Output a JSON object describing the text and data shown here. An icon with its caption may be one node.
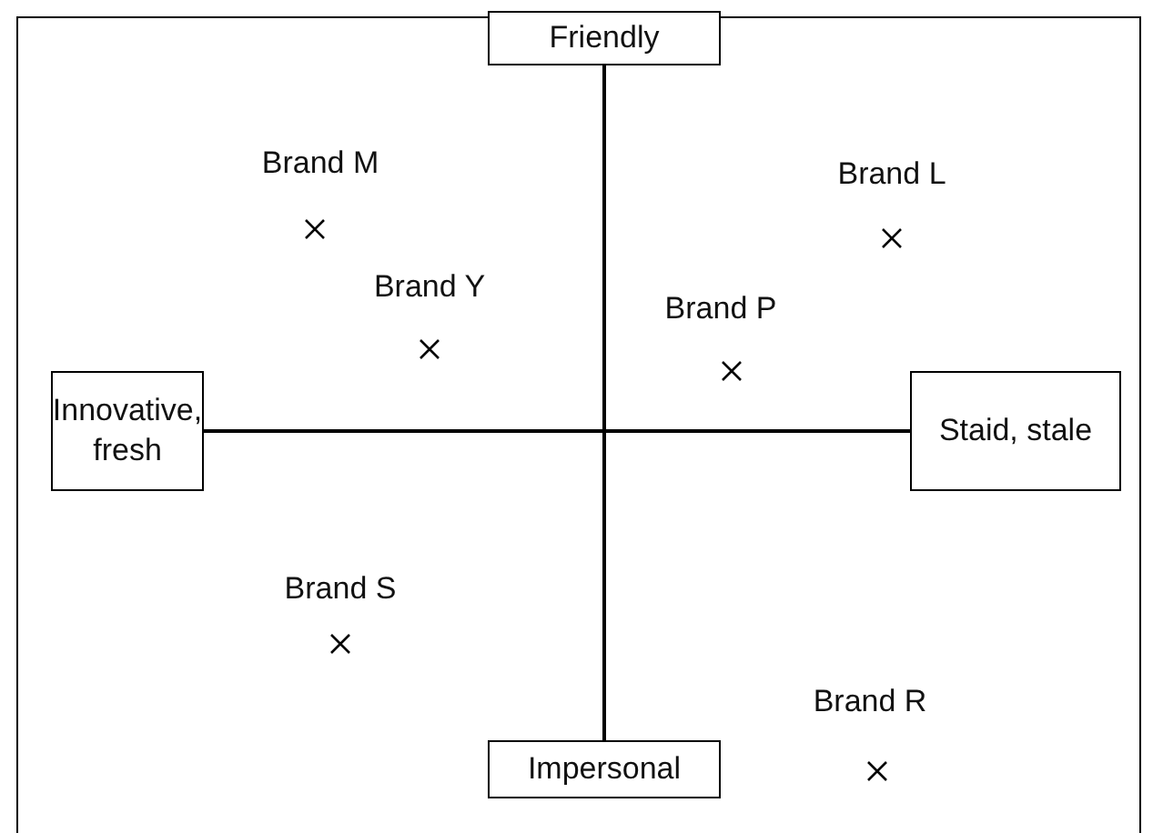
{
  "diagram": {
    "nodes": [
      {
        "text": [
          "Friendly"
        ]
      },
      {
        "text": [
          "Innovative, fresh"
        ]
      },
      {
        "text": [
          "Staid, stale"
        ]
      },
      {
        "text": [
          "Impersonal"
        ]
      }
    ],
    "edges": [
      {
        "from": 0,
        "to": 3,
        "arrow": "none"
      },
      {
        "from": 1,
        "to": 2,
        "arrow": "none"
      }
    ],
    "labels": [
      "Brand M",
      "Brand L",
      "Brand Y",
      "Brand P",
      "Brand S",
      "Brand R"
    ]
  }
}
